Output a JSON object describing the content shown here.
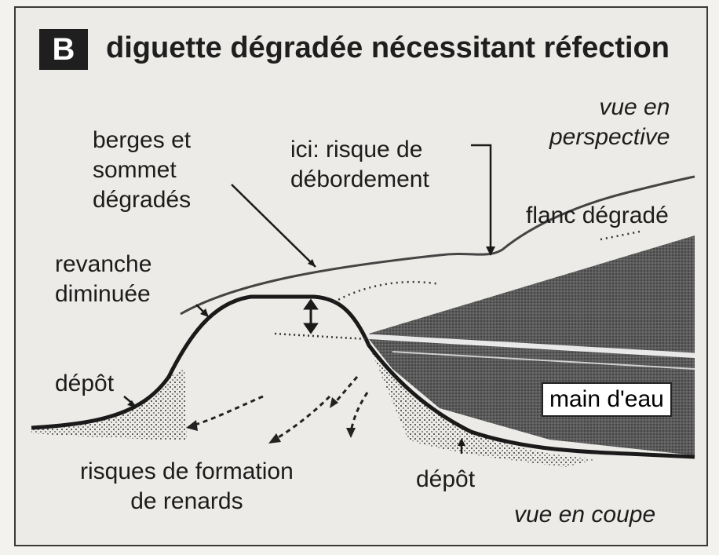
{
  "badge": "B",
  "title": "diguette dégradée nécessitant réfection",
  "labels": {
    "berges": "berges et\nsommet\ndégradés",
    "risque_debordement": "ici: risque de\ndébordement",
    "vue_perspective": "vue en\nperspective",
    "flanc": "flanc dégradé",
    "revanche": "revanche\ndiminuée",
    "depot_left": "dépôt",
    "main_eau": "main d'eau",
    "renards": "risques de formation\nde renards",
    "depot_right": "dépôt",
    "vue_coupe": "vue en coupe"
  },
  "colors": {
    "ink": "#1c1c1c",
    "water": "#5a5a5a",
    "paper": "#ecebe7"
  }
}
